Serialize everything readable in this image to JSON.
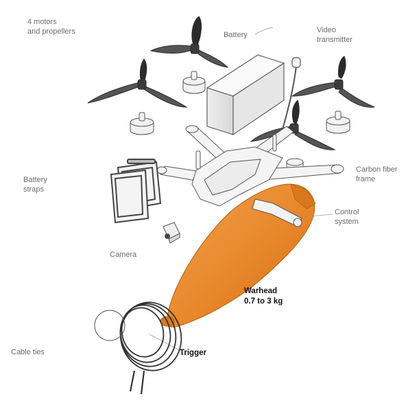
{
  "labels": {
    "motors": "4 motors\nand propellers",
    "battery": "Battery",
    "video_transmitter": "Video\ntransmitter",
    "battery_straps": "Battery\nstraps",
    "carbon_fiber_frame": "Carbon fiber\nframe",
    "control_system": "Control\nsystem",
    "camera": "Camera",
    "warhead_title": "Warhead",
    "warhead_weight": "0.7 to 3 kg",
    "cable_ties": "Cable ties",
    "trigger": "Trigger"
  },
  "colors": {
    "warhead": "#e8872a",
    "warhead_shadow": "#c96a17",
    "propeller": "#2b2b2b",
    "outline": "#555555",
    "part_fill": "#f4f4f4",
    "label": "#6b6b6b"
  }
}
